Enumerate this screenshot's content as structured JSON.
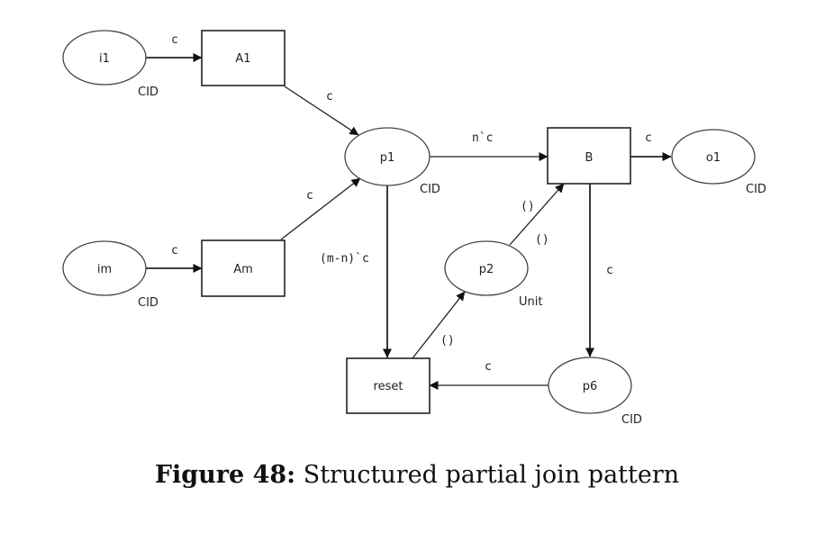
{
  "nodes": {
    "i1": {
      "label": "i1",
      "type": "CID"
    },
    "im": {
      "label": "im",
      "type": "CID"
    },
    "A1": {
      "label": "A1"
    },
    "Am": {
      "label": "Am"
    },
    "p1": {
      "label": "p1",
      "type": "CID"
    },
    "p2": {
      "label": "p2",
      "type": "Unit"
    },
    "B": {
      "label": "B"
    },
    "o1": {
      "label": "o1",
      "type": "CID"
    },
    "reset": {
      "label": "reset"
    },
    "p6": {
      "label": "p6",
      "type": "CID"
    }
  },
  "arcs": {
    "i1_A1": "c",
    "im_Am": "c",
    "A1_p1": "c",
    "Am_p1": "c",
    "p1_B": "n`c",
    "p1_reset": "(m-n)`c",
    "B_o1": "c",
    "B_p6": "c",
    "p2_B_a": "()",
    "p2_B_b": "()",
    "reset_p2": "()",
    "p6_reset": "c"
  },
  "caption": {
    "label": "Figure 48:",
    "text": " Structured partial join pattern"
  },
  "colors": {
    "stroke": "#222222",
    "background": "#ffffff"
  }
}
